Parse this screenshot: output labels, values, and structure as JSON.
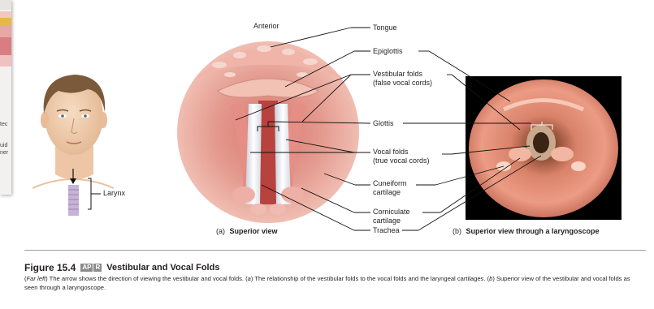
{
  "labels": {
    "anterior": "Anterior",
    "tongue": "Tongue",
    "epiglottis": "Epiglottis",
    "vestibular_1": "Vestibular folds",
    "vestibular_2": "(false vocal cords)",
    "glottis": "Glottis",
    "vocal_1": "Vocal folds",
    "vocal_2": "(true vocal cords)",
    "cuneiform_1": "Cuneiform",
    "cuneiform_2": "cartilage",
    "corniculate_1": "Corniculate",
    "corniculate_2": "cartilage",
    "trachea": "Trachea",
    "larynx": "Larynx"
  },
  "panels": {
    "a_prefix": "(a)",
    "a_title": "Superior view",
    "b_prefix": "(b)",
    "b_title": "Superior view through a laryngoscope"
  },
  "caption": {
    "figure_number": "Figure 15.4",
    "apr_letters": [
      "AP",
      "R"
    ],
    "title": "Vestibular and Vocal Folds",
    "body_1": "Far left",
    "body_2": " The arrow shows the direction of viewing the vestibular and vocal folds. (",
    "body_3": "a",
    "body_4": ") The relationship of the vestibular folds to the vocal folds and the laryngeal cartilages. (",
    "body_5": "b",
    "body_6": ") Superior view of the vestibular and vocal folds as seen through a laryngoscope."
  },
  "underlying_page": {
    "fragments": [
      "tec",
      "uid",
      "ner"
    ]
  },
  "colors": {
    "tissue": "#e9a295",
    "tissue_dark": "#c9655f",
    "fold_white": "#eef0f6",
    "photo_bg": "#000000",
    "skin": "#f1cdb0",
    "hair": "#7a5a3a",
    "trachea_purple": "#b9a3c9"
  }
}
